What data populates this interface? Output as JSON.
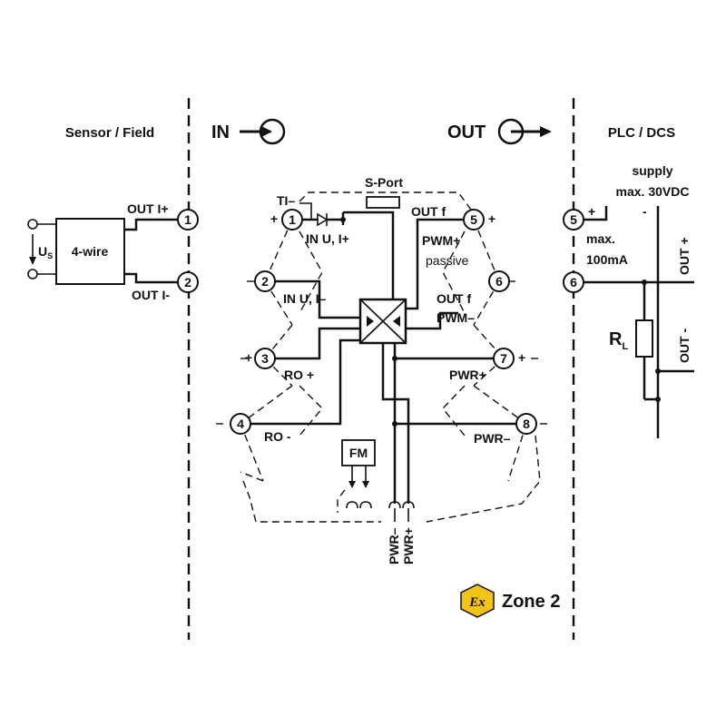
{
  "sections": {
    "sensor_field": "Sensor / Field",
    "in_label": "IN",
    "out_label": "OUT",
    "plc_dcs": "PLC / DCS"
  },
  "sensor": {
    "transmitter": "4-wire",
    "us_main": "U",
    "us_sub": "S",
    "out_i_plus": "OUT I+",
    "out_i_minus": "OUT I-"
  },
  "terminals": {
    "t1": "1",
    "t2": "2",
    "t3": "3",
    "t4": "4",
    "t5": "5",
    "t6": "6",
    "t7": "7",
    "t8": "8",
    "plc5": "5",
    "plc6": "6",
    "sensor1": "1",
    "sensor2": "2"
  },
  "module": {
    "sport": "S-Port",
    "ti_minus": "TI–",
    "in_u_i_plus": "IN U, I+",
    "in_u_i_minus": "IN U, I–",
    "ro_plus": "RO +",
    "ro_minus": "RO -",
    "out_f_top": "OUT f",
    "pwm_plus": "PWM+",
    "passive": "passive",
    "out_f_mid": "OUT f",
    "pwm_minus": "PWM–",
    "pwr_plus": "PWR+",
    "pwr_minus": "PWR–",
    "fm": "FM",
    "bus_pwr_minus": "PWR–",
    "bus_pwr_plus": "PWR+",
    "sign_plus": "+",
    "sign_minus": "-"
  },
  "plc": {
    "supply": "supply",
    "max_voltage": "max. 30VDC",
    "max_current_1": "max.",
    "max_current_2": "100mA",
    "out_plus": "OUT +",
    "out_minus": "OUT -",
    "rl_main": "R",
    "rl_sub": "L",
    "plus": "+",
    "minus": "-"
  },
  "zone": {
    "ex_mark": "Ex",
    "label": "Zone 2",
    "badge_color": "#f2c318"
  }
}
